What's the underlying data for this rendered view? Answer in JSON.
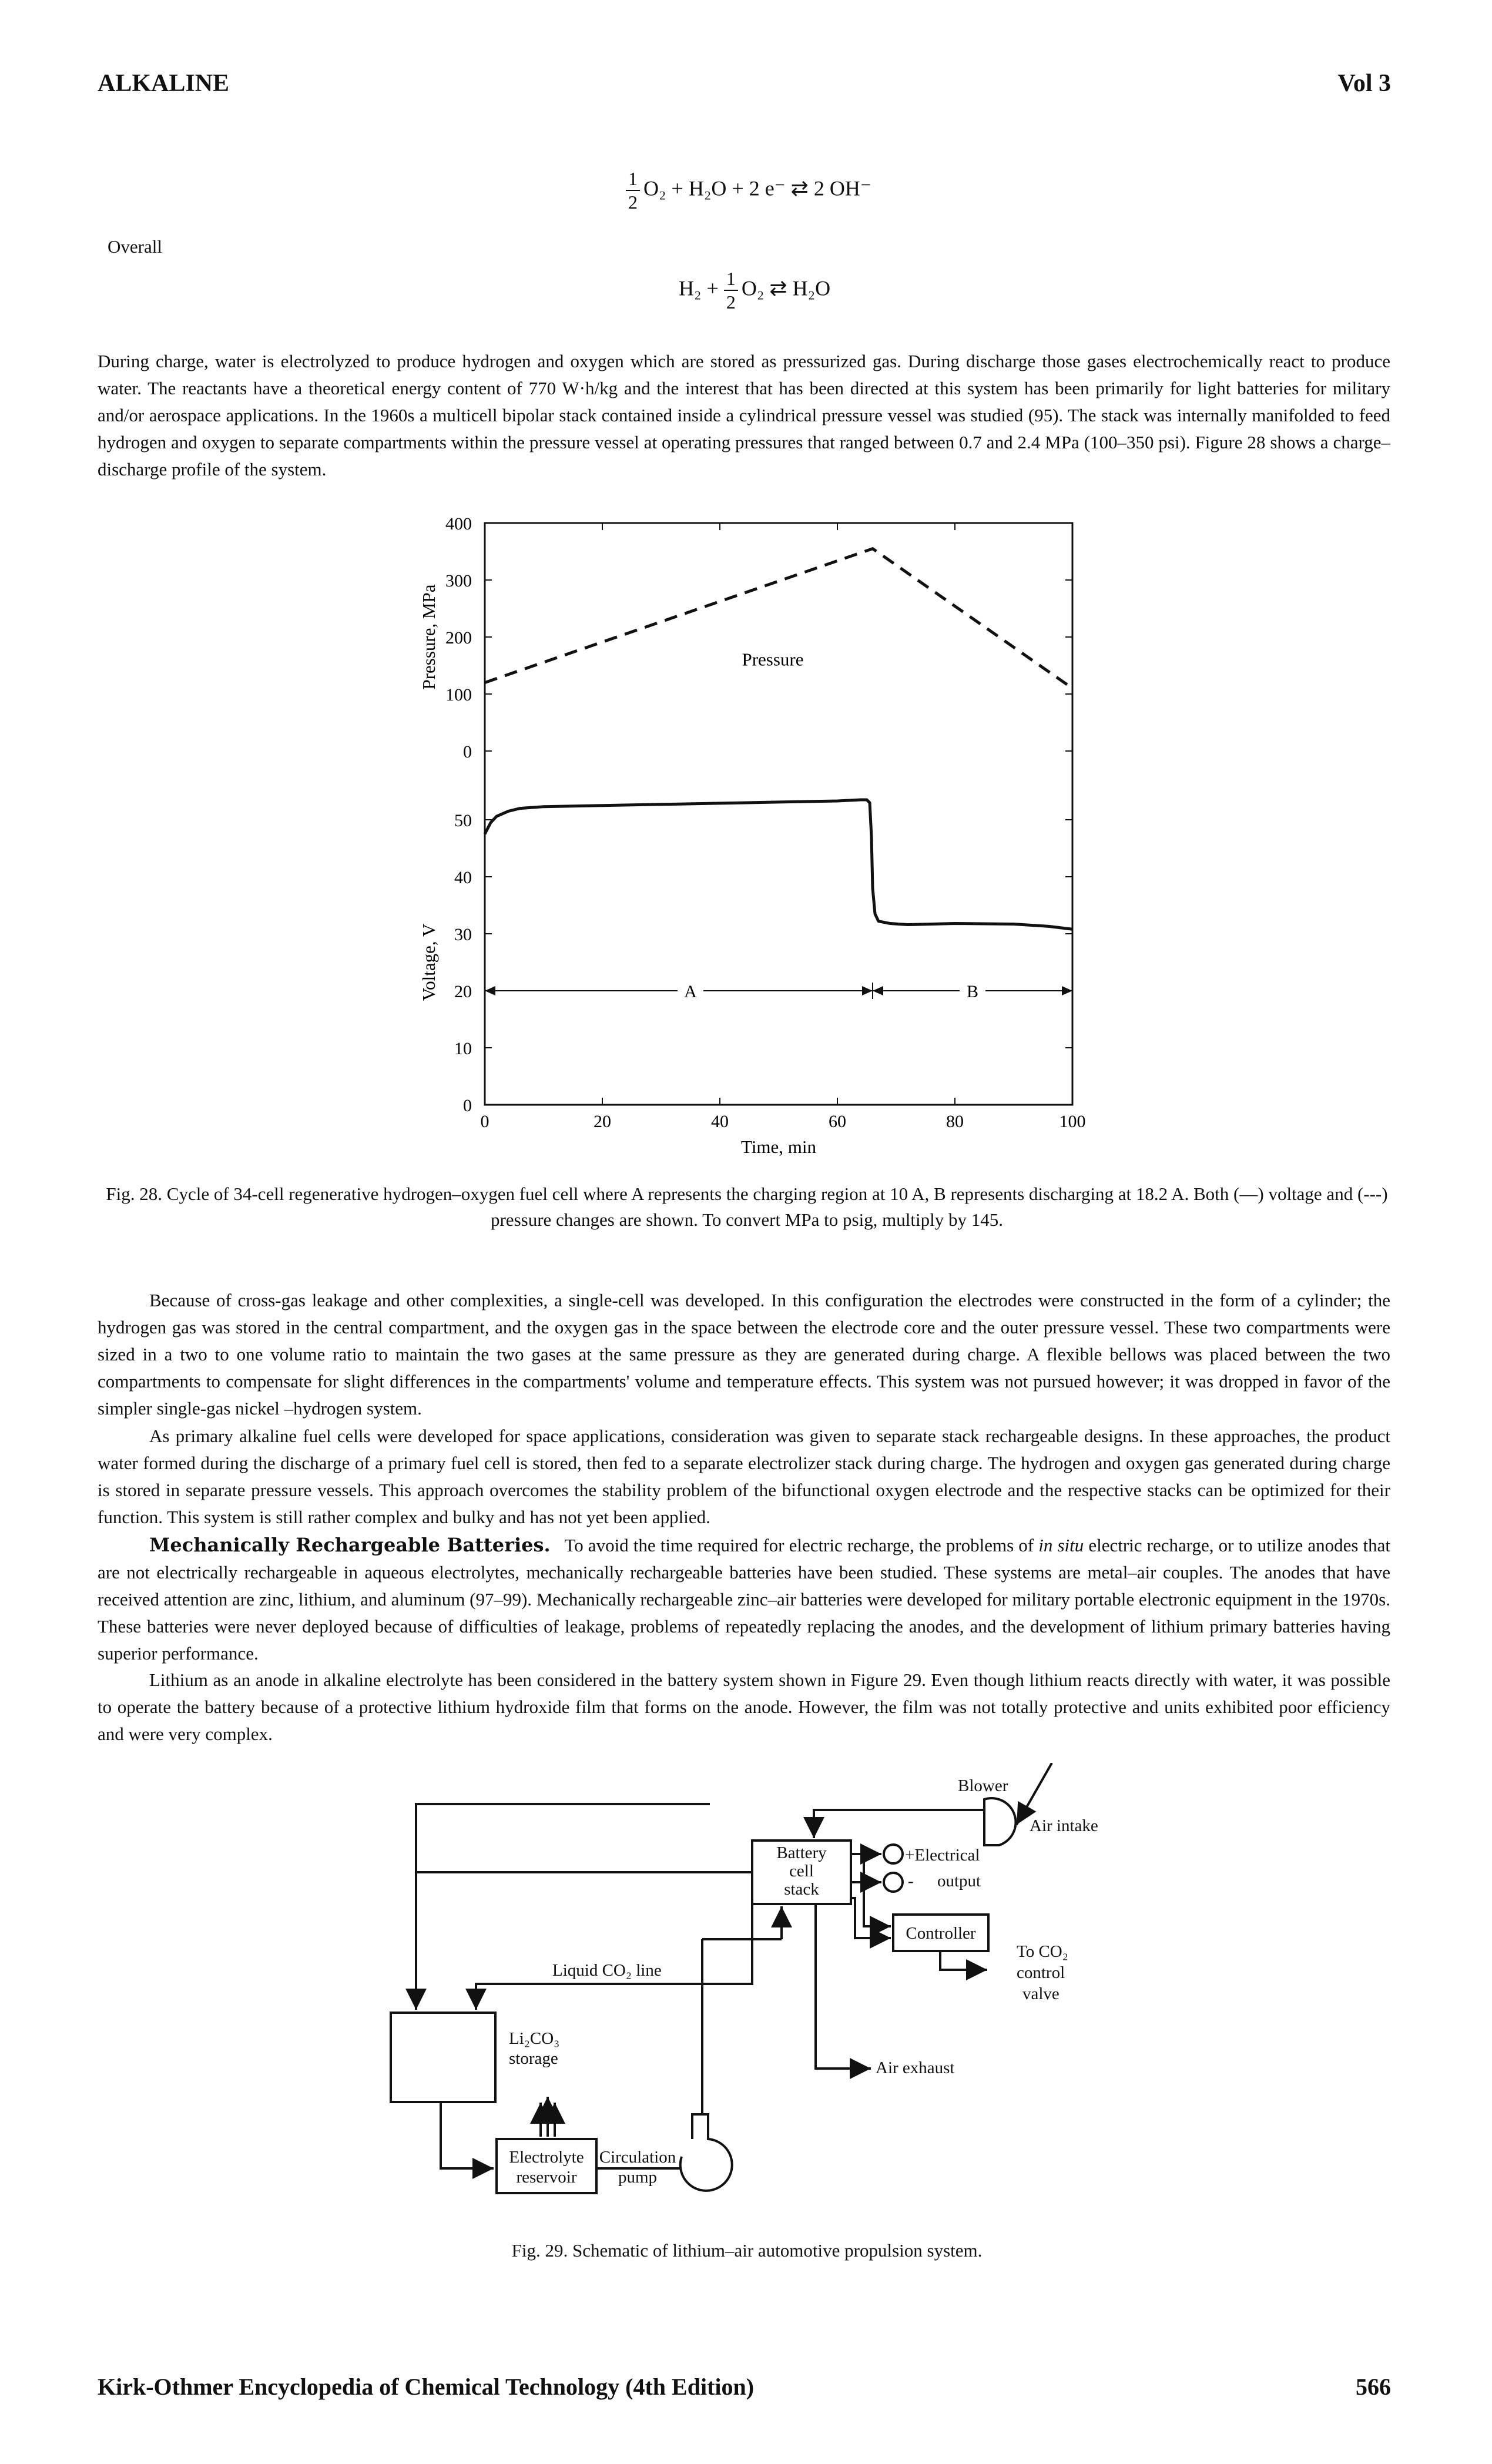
{
  "header": {
    "left": "ALKALINE",
    "right": "Vol 3"
  },
  "equations": {
    "cathode": {
      "frac_num": "1",
      "frac_den": "2",
      "rest": "O₂ + H₂O + 2 e⁻ ⇄ 2 OH⁻"
    },
    "overall_label": "Overall",
    "overall": {
      "lhs": "H₂ +",
      "frac_num": "1",
      "frac_den": "2",
      "rest": "O₂ ⇄ H₂O"
    }
  },
  "paragraphs": {
    "p1": "During charge, water is electrolyzed to produce hydrogen and oxygen which are stored as pressurized gas. During discharge those gases electrochemically react to produce water. The reactants have a theoretical energy content of 770 W·h/kg and the interest that has been directed at this system has been primarily for light batteries for military and/or aerospace applications. In the 1960s a multicell bipolar stack contained inside a cylindrical pressure vessel was studied (95). The stack was internally manifolded to feed hydrogen and oxygen to separate compartments within the pressure vessel at operating pressures that ranged between 0.7 and 2.4 MPa (100–350 psi). Figure 28 shows a charge–discharge profile of the system.",
    "p2": "Because of cross-gas leakage and other complexities, a single-cell was developed. In this configuration the electrodes were constructed in the form of a cylinder; the hydrogen gas was stored in the central compartment, and the oxygen gas in the space between the electrode core and the outer pressure vessel. These two compartments were sized in a two to one volume ratio to maintain the two gases at the same pressure as they are generated during charge. A flexible bellows was placed between the two compartments to compensate for slight differences in the compartments' volume and temperature effects. This system was not pursued however; it was dropped in favor of the simpler single-gas nickel –hydrogen system.",
    "p3": "As primary alkaline fuel cells were developed for space applications, consideration was given to separate stack rechargeable designs. In these approaches, the product water formed during the discharge of a primary fuel cell is stored, then fed to a separate electrolizer stack during charge. The hydrogen and oxygen gas generated during charge is stored in separate pressure vessels. This approach overcomes the stability problem of the bifunctional oxygen electrode and the respective stacks can be optimized for their function. This system is still rather complex and bulky and has not yet been applied.",
    "p4_heading": "Mechanically Rechargeable Batteries.",
    "p4_a": "To avoid the time required for electric recharge, the problems of",
    "p4_italic": "in situ",
    "p4_b": "electric recharge, or to utilize anodes that are not electrically rechargeable in aqueous electrolytes, mechanically rechargeable batteries have been studied. These systems are metal–air couples. The anodes that have received attention are zinc, lithium, and aluminum (97–99). Mechanically rechargeable zinc–air batteries were developed for military portable electronic equipment in the 1970s. These batteries were never deployed because of difficulties of leakage, problems of repeatedly replacing the anodes, and the development of lithium primary batteries having superior performance.",
    "p5": "Lithium as an anode in alkaline electrolyte has been considered in the battery system shown in Figure 29. Even though lithium reacts directly with water, it was possible to operate the battery because of a protective lithium hydroxide film that forms on the anode. However, the film was not totally protective and units exhibited poor efficiency and were very complex."
  },
  "chart_data": {
    "type": "line",
    "xlabel": "Time, min",
    "x_ticks": [
      "0",
      "20",
      "40",
      "60",
      "80",
      "100"
    ],
    "xlim": [
      0,
      100
    ],
    "panels": [
      {
        "ylabel": "Pressure, MPa",
        "y_ticks": [
          "0",
          "100",
          "200",
          "300",
          "400"
        ],
        "ylim": [
          0,
          400
        ],
        "series": [
          {
            "style": "dashed",
            "x": [
              0,
              66,
              100
            ],
            "y": [
              120,
              355,
              110
            ]
          }
        ],
        "annotations": [
          {
            "text": "Pressure",
            "x": 49,
            "y": 150
          }
        ]
      },
      {
        "ylabel": "Voltage, V",
        "y_ticks": [
          "0",
          "10",
          "20",
          "30",
          "40",
          "50"
        ],
        "ylim": [
          0,
          50
        ],
        "series": [
          {
            "style": "solid",
            "x": [
              0,
              1,
              2,
              4,
              6,
              10,
              20,
              30,
              40,
              50,
              60,
              64,
              65,
              65.5,
              65.8,
              66,
              66.4,
              67,
              69,
              72,
              80,
              90,
              96,
              100
            ],
            "y": [
              47.5,
              49.5,
              50.6,
              51.5,
              52.0,
              52.3,
              52.5,
              52.7,
              52.9,
              53.1,
              53.3,
              53.5,
              53.5,
              53.0,
              47,
              38,
              33.5,
              32.2,
              31.8,
              31.6,
              31.8,
              31.7,
              31.3,
              30.8
            ]
          }
        ],
        "annotations": [
          {
            "text": "A",
            "x": 35,
            "y": 20
          },
          {
            "text": "B",
            "x": 83,
            "y": 20
          }
        ],
        "ranges": [
          {
            "label": "A",
            "from": 0,
            "to": 66
          },
          {
            "label": "B",
            "from": 66,
            "to": 100
          }
        ]
      }
    ]
  },
  "fig28_caption": "Fig. 28. Cycle of 34-cell regenerative hydrogen–oxygen fuel cell where A represents the charging region at 10 A, B represents discharging at 18.2 A. Both (—) voltage and (---) pressure changes are shown. To convert MPa to psig, multiply by 145.",
  "fig29": {
    "blower": "Blower",
    "air_intake": "Air intake",
    "battery": [
      "Battery",
      "cell",
      "stack"
    ],
    "electrical": [
      "+Electrical",
      "output"
    ],
    "minus": "-",
    "controller": "Controller",
    "co2_valve": [
      "To CO₂",
      "control",
      "valve"
    ],
    "liquid_line": "Liquid CO₂ line",
    "storage": [
      "Li₂CO₃",
      "storage"
    ],
    "air_exhaust": "Air exhaust",
    "reservoir": [
      "Electrolyte",
      "reservoir"
    ],
    "pump": [
      "Circulation",
      "pump"
    ]
  },
  "fig29_caption": "Fig. 29. Schematic of lithium–air automotive propulsion system.",
  "footer": {
    "left": "Kirk-Othmer Encyclopedia of Chemical Technology (4th Edition)",
    "right": "566"
  }
}
